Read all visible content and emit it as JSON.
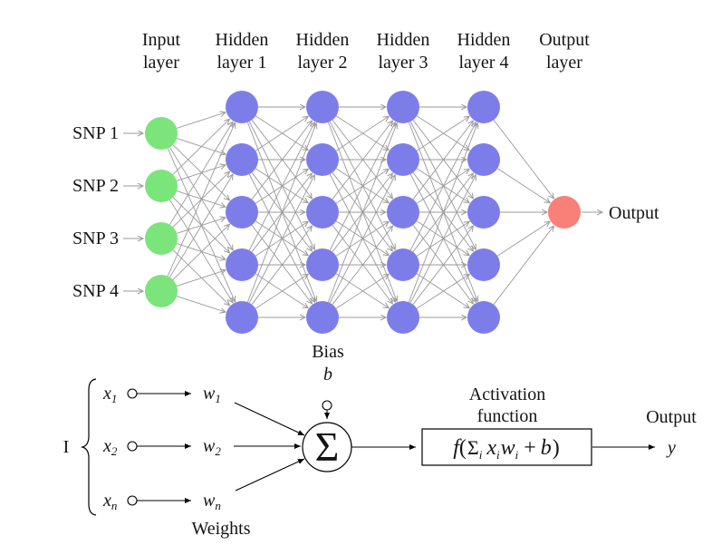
{
  "network": {
    "headers": [
      {
        "line1": "Input",
        "line2": "layer"
      },
      {
        "line1": "Hidden",
        "line2": "layer 1"
      },
      {
        "line1": "Hidden",
        "line2": "layer 2"
      },
      {
        "line1": "Hidden",
        "line2": "layer 3"
      },
      {
        "line1": "Hidden",
        "line2": "layer 4"
      },
      {
        "line1": "Output",
        "line2": "layer"
      }
    ],
    "input_labels": [
      "SNP 1",
      "SNP 2",
      "SNP 3",
      "SNP 4"
    ],
    "output_label": "Output",
    "colors": {
      "input": "#7BE47B",
      "hidden": "#7D7DEA",
      "output": "#F88078",
      "edge": "#9a9a9a"
    },
    "structure": {
      "layer_sizes": [
        4,
        5,
        5,
        5,
        5,
        1
      ],
      "layer_types": [
        "input",
        "hidden",
        "hidden",
        "hidden",
        "hidden",
        "output"
      ]
    }
  },
  "neuron": {
    "bias_label": "Bias",
    "bias_symbol": "b",
    "input_set_label": "I",
    "inputs": [
      {
        "base": "x",
        "sub": "1"
      },
      {
        "base": "x",
        "sub": "2"
      },
      {
        "base": "x",
        "sub": "n"
      }
    ],
    "weights": [
      {
        "base": "w",
        "sub": "1"
      },
      {
        "base": "w",
        "sub": "2"
      },
      {
        "base": "w",
        "sub": "n"
      }
    ],
    "weights_label": "Weights",
    "sum_symbol": "Σ",
    "activation_label": {
      "line1": "Activation",
      "line2": "function"
    },
    "formula": [
      "f",
      "(",
      "Σ",
      "i",
      "x",
      "i",
      "w",
      "i",
      "+",
      "b",
      ")"
    ],
    "output_label": "Output",
    "output_symbol": "y"
  }
}
